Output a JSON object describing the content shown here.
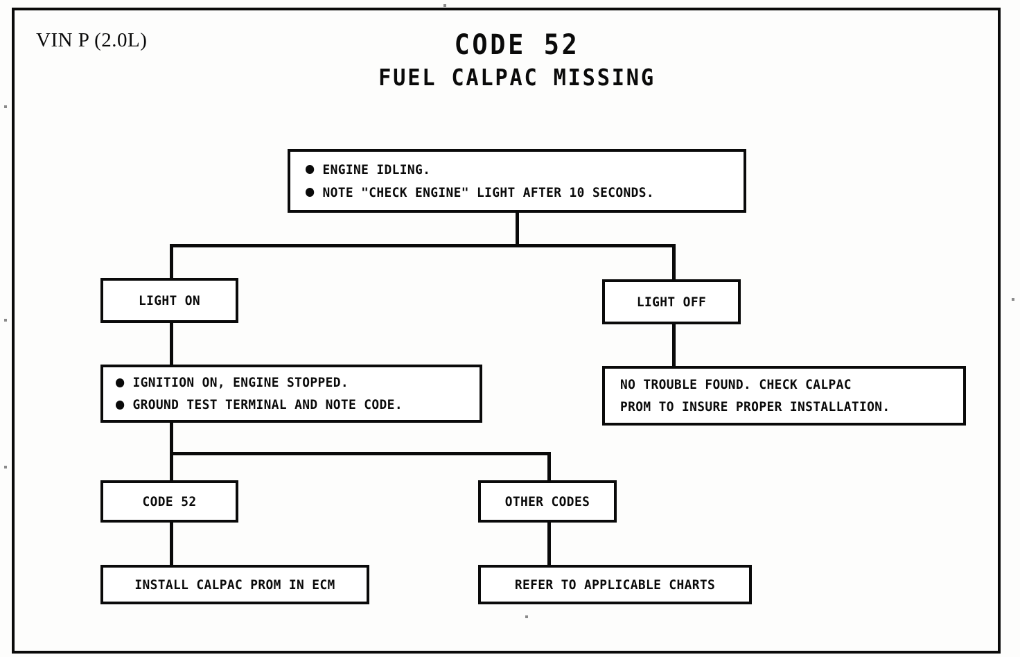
{
  "page": {
    "vin_label": "VIN P (2.0L)",
    "title_main": "CODE 52",
    "title_sub": "FUEL CALPAC MISSING"
  },
  "flow": {
    "start_box": {
      "name": "engine-idling-step",
      "lines": [
        "ENGINE IDLING.",
        "NOTE \"CHECK ENGINE\" LIGHT AFTER 10 SECONDS."
      ]
    },
    "branch_light_on": {
      "name": "light-on-branch",
      "label": "LIGHT ON"
    },
    "branch_light_off": {
      "name": "light-off-branch",
      "label": "LIGHT OFF"
    },
    "ignition_box": {
      "name": "ignition-on-step",
      "lines": [
        "IGNITION ON, ENGINE STOPPED.",
        "GROUND TEST TERMINAL AND NOTE CODE."
      ]
    },
    "no_trouble_box": {
      "name": "no-trouble-found-result",
      "lines": [
        "NO TROUBLE FOUND.  CHECK CALPAC",
        "PROM TO INSURE PROPER INSTALLATION."
      ]
    },
    "code52_box": {
      "name": "code-52-branch",
      "label": "CODE 52"
    },
    "other_codes_box": {
      "name": "other-codes-branch",
      "label": "OTHER CODES"
    },
    "install_box": {
      "name": "install-calpac-result",
      "label": "INSTALL CALPAC PROM IN ECM"
    },
    "refer_box": {
      "name": "refer-charts-result",
      "label": "REFER TO APPLICABLE CHARTS"
    }
  },
  "colors": {
    "ink": "#0a0a0a",
    "paper": "#fdfdfc"
  }
}
